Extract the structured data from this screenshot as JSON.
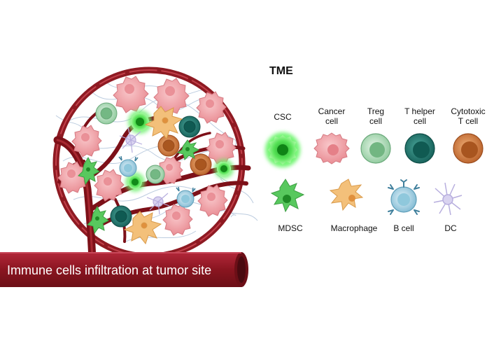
{
  "banner": {
    "text": "Immune cells infiltration at tumor site"
  },
  "legend": {
    "title": "TME",
    "row1": [
      {
        "name": "csc",
        "lines": [
          "CSC"
        ]
      },
      {
        "name": "cancer-cell",
        "lines": [
          "Cancer",
          "cell"
        ]
      },
      {
        "name": "treg-cell",
        "lines": [
          "Treg",
          "cell"
        ]
      },
      {
        "name": "t-helper-cell",
        "lines": [
          "T helper",
          "cell"
        ]
      },
      {
        "name": "cytotoxic-t-cell",
        "lines": [
          "Cytotoxic",
          "T cell"
        ]
      }
    ],
    "row2": [
      {
        "name": "mdsc",
        "lines": [
          "MDSC"
        ]
      },
      {
        "name": "macrophage",
        "lines": [
          "Macrophage"
        ]
      },
      {
        "name": "b-cell",
        "lines": [
          "B cell"
        ]
      },
      {
        "name": "dc",
        "lines": [
          "DC"
        ]
      }
    ]
  },
  "colors": {
    "vessel": "#8e1a22",
    "vessel_light": "#b8323a",
    "cancer": "#f2a6ab",
    "csc": "#4fe04f",
    "treg": "#8fcf9c",
    "t_helper": "#1e7c73",
    "cytotoxic": "#c8743a",
    "mdsc": "#58c85e",
    "macrophage": "#f3c07a",
    "b_cell": "#8fc8dc",
    "dc": "#c9c2e6"
  }
}
